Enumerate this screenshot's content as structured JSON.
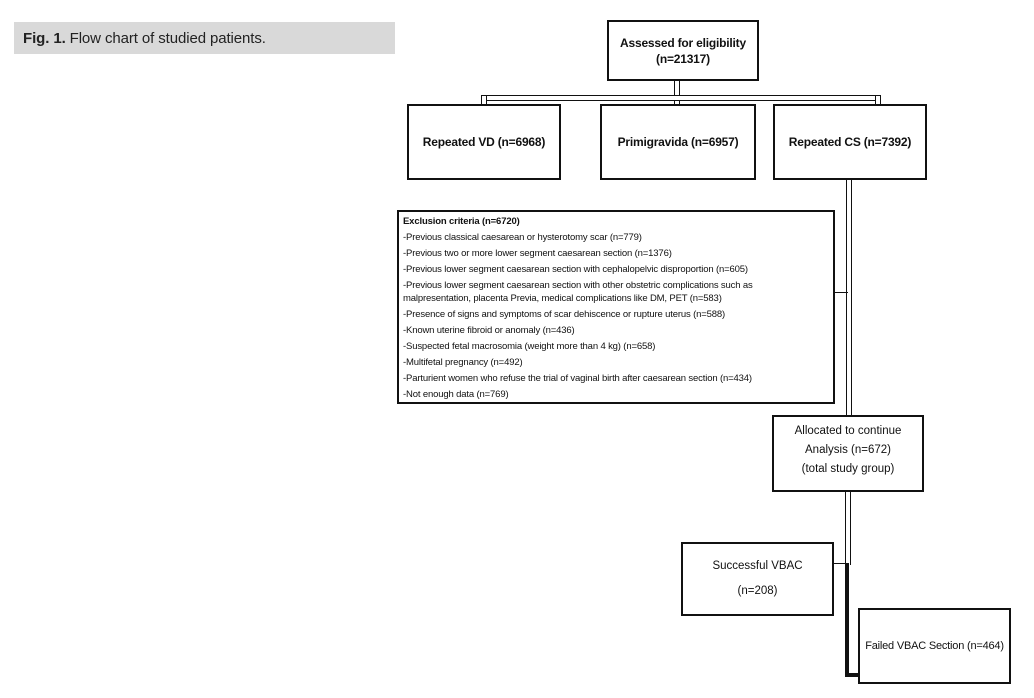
{
  "figure": {
    "caption_prefix": "Fig. 1.",
    "caption_text": "Flow chart of studied patients."
  },
  "colors": {
    "caption_bg": "#d9d9d9",
    "box_border": "#111111",
    "text": "#111111",
    "background": "#ffffff"
  },
  "flowchart": {
    "assessed": "Assessed for eligibility\n(n=21317)",
    "repeated_vd": "Repeated VD (n=6968)",
    "primigravida": "Primigravida (n=6957)",
    "repeated_cs": "Repeated CS (n=7392)",
    "exclusion": {
      "title": "Exclusion criteria (n=6720)",
      "items": [
        "-Previous classical caesarean or hysterotomy scar (n=779)",
        "-Previous two or more lower segment caesarean section (n=1376)",
        "-Previous lower segment caesarean section with cephalopelvic disproportion (n=605)",
        "-Previous lower segment caesarean section with other obstetric complications such as\nmalpresentation, placenta Previa, medical complications like DM, PET (n=583)",
        "-Presence of signs and symptoms of scar dehiscence or rupture uterus (n=588)",
        "-Known uterine fibroid or anomaly (n=436)",
        "-Suspected fetal macrosomia (weight more than 4 kg) (n=658)",
        "-Multifetal pregnancy (n=492)",
        "-Parturient women who refuse the trial of vaginal birth after caesarean section (n=434)",
        "-Not enough data (n=769)"
      ]
    },
    "allocated": "Allocated to continue\nAnalysis (n=672)\n(total study group)",
    "successful": "Successful VBAC\n(n=208)",
    "failed": "Failed VBAC Section (n=464)"
  }
}
